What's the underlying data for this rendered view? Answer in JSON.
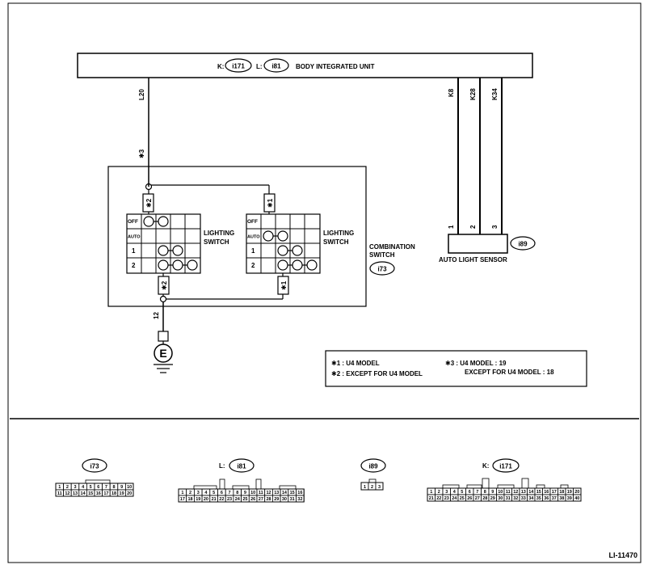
{
  "body_unit": {
    "label": "BODY INTEGRATED UNIT",
    "conn_k_prefix": "K:",
    "conn_k": "i171",
    "conn_l_prefix": "L:",
    "conn_l": "i81"
  },
  "wires": {
    "l20": "L20",
    "k8": "K8",
    "k28": "K28",
    "k34": "K34",
    "w12": "12"
  },
  "sensor": {
    "label": "AUTO LIGHT SENSOR",
    "connector": "i89",
    "pins": [
      "1",
      "2",
      "3"
    ]
  },
  "combination": {
    "label_line1": "COMBINATION",
    "label_line2": "SWITCH",
    "connector": "i73",
    "switch_label_line1": "LIGHTING",
    "switch_label_line2": "SWITCH",
    "rows": [
      "OFF",
      "AUTO",
      "1",
      "2"
    ]
  },
  "markers": {
    "star1": "✱1",
    "star2": "✱2",
    "star3": "✱3"
  },
  "ground_symbol": "E",
  "notes": {
    "n1": "✱1  : U4 MODEL",
    "n2": "✱2  : EXCEPT FOR U4 MODEL",
    "n3": "✱3  : U4 MODEL  : 19",
    "n4": "EXCEPT FOR U4 MODEL  : 18"
  },
  "connectors": {
    "i73": {
      "title": "i73",
      "prefix": "",
      "top": [
        "1",
        "2",
        "3",
        "4",
        "5",
        "6",
        "7",
        "8",
        "9",
        "10"
      ],
      "bottom": [
        "11",
        "12",
        "13",
        "14",
        "15",
        "16",
        "17",
        "18",
        "19",
        "20"
      ]
    },
    "i81": {
      "title": "i81",
      "prefix": "L:",
      "top": [
        "1",
        "2",
        "3",
        "4",
        "5",
        "6",
        "7",
        "8",
        "9",
        "10",
        "11",
        "12",
        "13",
        "14",
        "15",
        "16"
      ],
      "bottom": [
        "17",
        "18",
        "19",
        "20",
        "21",
        "22",
        "23",
        "24",
        "25",
        "26",
        "27",
        "28",
        "29",
        "30",
        "31",
        "32"
      ]
    },
    "i89": {
      "title": "i89",
      "prefix": "",
      "top": [
        "1",
        "2",
        "3"
      ]
    },
    "i171": {
      "title": "i171",
      "prefix": "K:",
      "top": [
        "1",
        "2",
        "3",
        "4",
        "5",
        "6",
        "7",
        "8",
        "9",
        "10",
        "11",
        "12",
        "13",
        "14",
        "15",
        "16",
        "17",
        "18",
        "19",
        "20"
      ],
      "bottom": [
        "21",
        "22",
        "23",
        "24",
        "25",
        "26",
        "27",
        "28",
        "29",
        "30",
        "31",
        "32",
        "33",
        "34",
        "35",
        "36",
        "37",
        "38",
        "39",
        "40"
      ]
    }
  },
  "figure_id": "LI-11470"
}
